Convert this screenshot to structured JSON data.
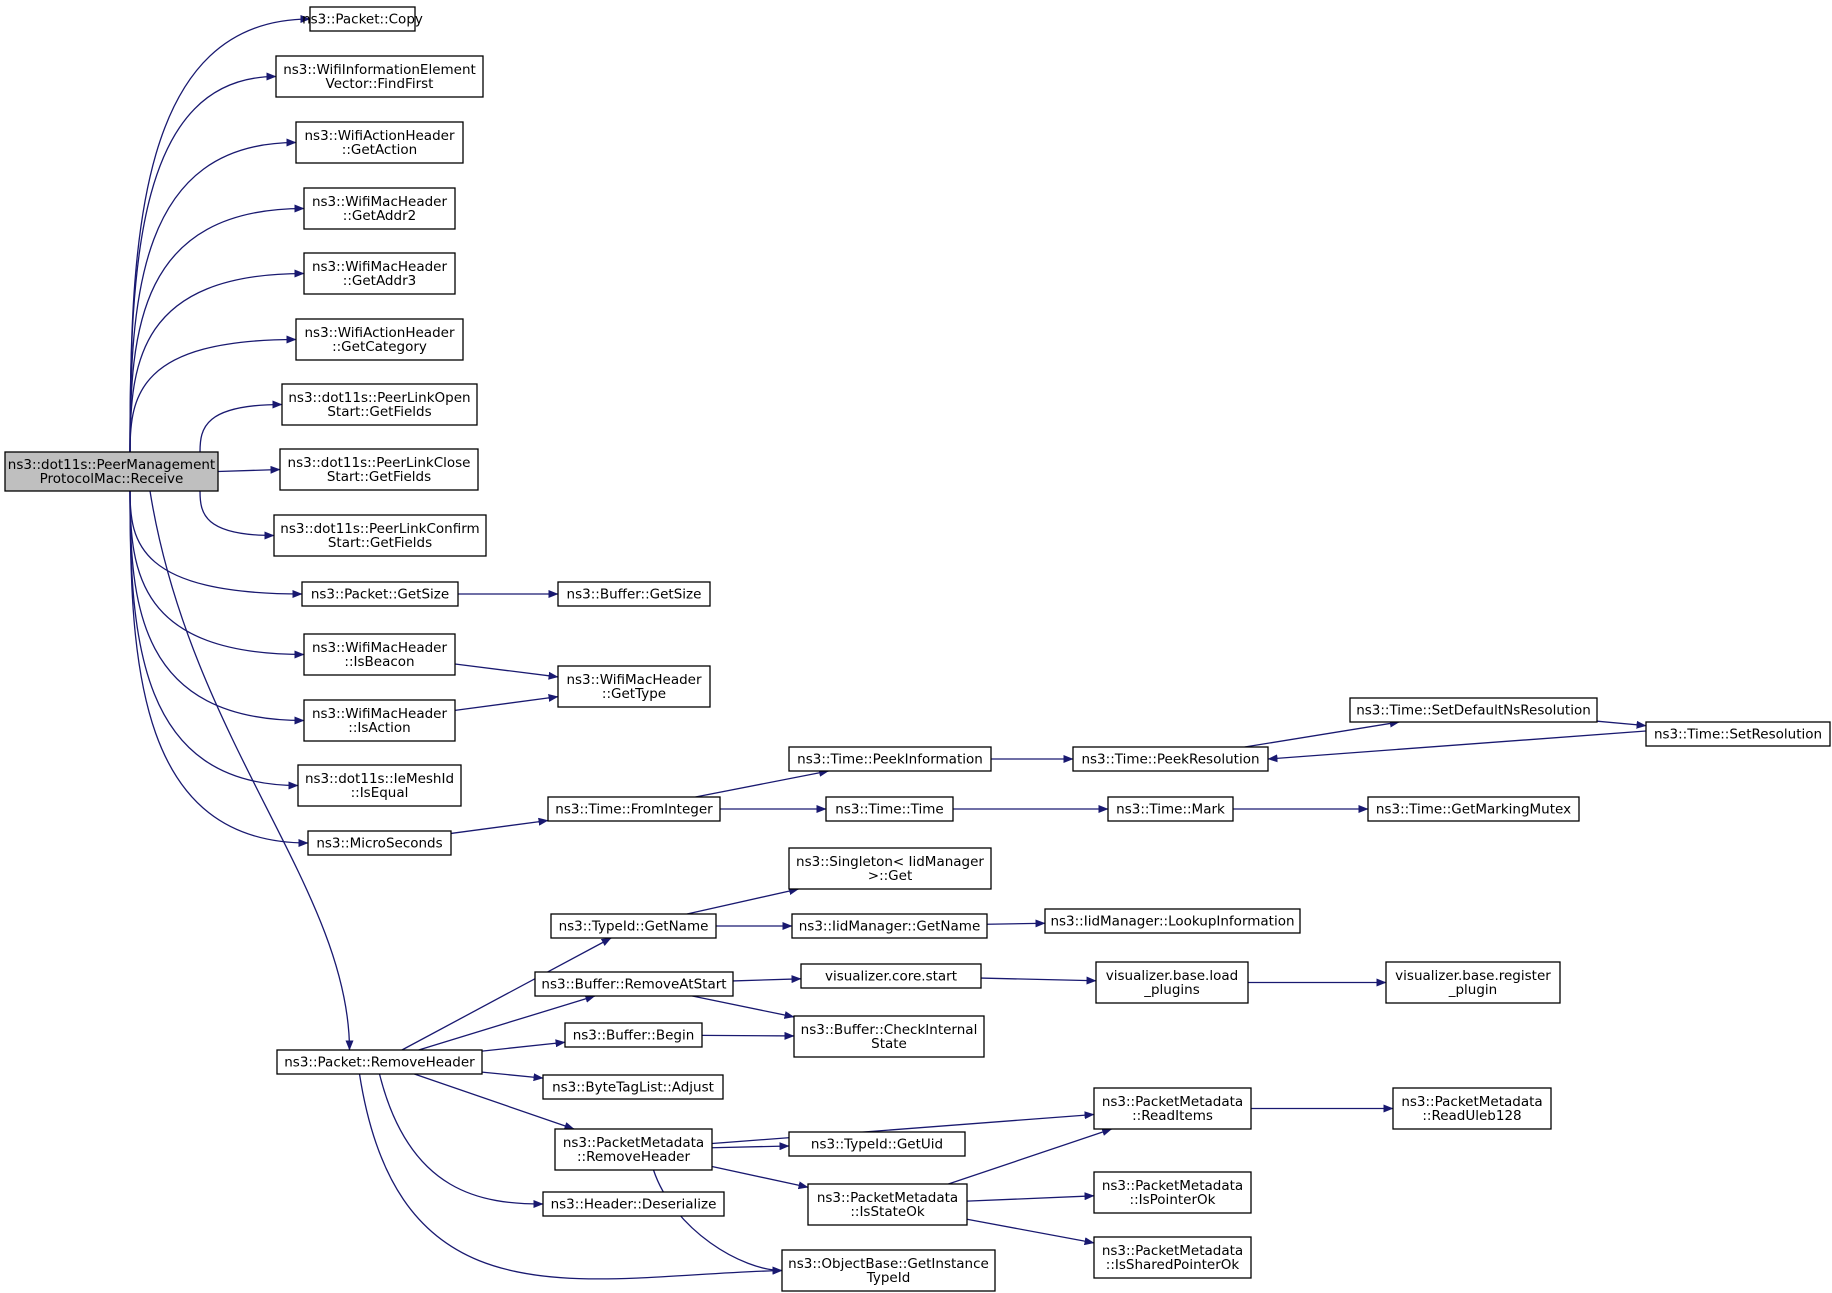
{
  "diagram": {
    "type": "call-graph",
    "colors": {
      "edge": "#191970",
      "node_border": "#000000",
      "root_fill": "#bfbfbf",
      "node_fill": "#ffffff"
    },
    "nodes": [
      {
        "id": "root",
        "lines": [
          "ns3::dot11s::PeerManagement",
          "ProtocolMac::Receive"
        ],
        "root": true
      },
      {
        "id": "copy",
        "lines": [
          "ns3::Packet::Copy"
        ]
      },
      {
        "id": "findfirst",
        "lines": [
          "ns3::WifiInformationElement",
          "Vector::FindFirst"
        ]
      },
      {
        "id": "getaction",
        "lines": [
          "ns3::WifiActionHeader",
          "::GetAction"
        ]
      },
      {
        "id": "getaddr2",
        "lines": [
          "ns3::WifiMacHeader",
          "::GetAddr2"
        ]
      },
      {
        "id": "getaddr3",
        "lines": [
          "ns3::WifiMacHeader",
          "::GetAddr3"
        ]
      },
      {
        "id": "getcategory",
        "lines": [
          "ns3::WifiActionHeader",
          "::GetCategory"
        ]
      },
      {
        "id": "openfields",
        "lines": [
          "ns3::dot11s::PeerLinkOpen",
          "Start::GetFields"
        ]
      },
      {
        "id": "closefields",
        "lines": [
          "ns3::dot11s::PeerLinkClose",
          "Start::GetFields"
        ]
      },
      {
        "id": "confirmfields",
        "lines": [
          "ns3::dot11s::PeerLinkConfirm",
          "Start::GetFields"
        ]
      },
      {
        "id": "pktgetsize",
        "lines": [
          "ns3::Packet::GetSize"
        ]
      },
      {
        "id": "bufgetsize",
        "lines": [
          "ns3::Buffer::GetSize"
        ]
      },
      {
        "id": "isbeacon",
        "lines": [
          "ns3::WifiMacHeader",
          "::IsBeacon"
        ]
      },
      {
        "id": "gettype",
        "lines": [
          "ns3::WifiMacHeader",
          "::GetType"
        ]
      },
      {
        "id": "isaction",
        "lines": [
          "ns3::WifiMacHeader",
          "::IsAction"
        ]
      },
      {
        "id": "isequal",
        "lines": [
          "ns3::dot11s::IeMeshId",
          "::IsEqual"
        ]
      },
      {
        "id": "microseconds",
        "lines": [
          "ns3::MicroSeconds"
        ]
      },
      {
        "id": "frominteger",
        "lines": [
          "ns3::Time::FromInteger"
        ]
      },
      {
        "id": "peekinfo",
        "lines": [
          "ns3::Time::PeekInformation"
        ]
      },
      {
        "id": "peekres",
        "lines": [
          "ns3::Time::PeekResolution"
        ]
      },
      {
        "id": "setdefault",
        "lines": [
          "ns3::Time::SetDefaultNsResolution"
        ]
      },
      {
        "id": "setres",
        "lines": [
          "ns3::Time::SetResolution"
        ]
      },
      {
        "id": "time",
        "lines": [
          "ns3::Time::Time"
        ]
      },
      {
        "id": "mark",
        "lines": [
          "ns3::Time::Mark"
        ]
      },
      {
        "id": "mutex",
        "lines": [
          "ns3::Time::GetMarkingMutex"
        ]
      },
      {
        "id": "singleton",
        "lines": [
          "ns3::Singleton< IidManager",
          ">::Get"
        ]
      },
      {
        "id": "typeidname",
        "lines": [
          "ns3::TypeId::GetName"
        ]
      },
      {
        "id": "iidname",
        "lines": [
          "ns3::IidManager::GetName"
        ]
      },
      {
        "id": "lookup",
        "lines": [
          "ns3::IidManager::LookupInformation"
        ]
      },
      {
        "id": "removeatstart",
        "lines": [
          "ns3::Buffer::RemoveAtStart"
        ]
      },
      {
        "id": "vizstart",
        "lines": [
          "visualizer.core.start"
        ]
      },
      {
        "id": "vizload",
        "lines": [
          "visualizer.base.load",
          "_plugins"
        ]
      },
      {
        "id": "vizreg",
        "lines": [
          "visualizer.base.register",
          "_plugin"
        ]
      },
      {
        "id": "begin",
        "lines": [
          "ns3::Buffer::Begin"
        ]
      },
      {
        "id": "checkinternal",
        "lines": [
          "ns3::Buffer::CheckInternal",
          "State"
        ]
      },
      {
        "id": "removeheader",
        "lines": [
          "ns3::Packet::RemoveHeader"
        ]
      },
      {
        "id": "adjust",
        "lines": [
          "ns3::ByteTagList::Adjust"
        ]
      },
      {
        "id": "pmremove",
        "lines": [
          "ns3::PacketMetadata",
          "::RemoveHeader"
        ]
      },
      {
        "id": "readitems",
        "lines": [
          "ns3::PacketMetadata",
          "::ReadItems"
        ]
      },
      {
        "id": "readuleb",
        "lines": [
          "ns3::PacketMetadata",
          "::ReadUleb128"
        ]
      },
      {
        "id": "getuid",
        "lines": [
          "ns3::TypeId::GetUid"
        ]
      },
      {
        "id": "isstateok",
        "lines": [
          "ns3::PacketMetadata",
          "::IsStateOk"
        ]
      },
      {
        "id": "ispointerok",
        "lines": [
          "ns3::PacketMetadata",
          "::IsPointerOk"
        ]
      },
      {
        "id": "issharedok",
        "lines": [
          "ns3::PacketMetadata",
          "::IsSharedPointerOk"
        ]
      },
      {
        "id": "deserialize",
        "lines": [
          "ns3::Header::Deserialize"
        ]
      },
      {
        "id": "getinstance",
        "lines": [
          "ns3::ObjectBase::GetInstance",
          "TypeId"
        ]
      }
    ],
    "edges": [
      [
        "root",
        "copy"
      ],
      [
        "root",
        "findfirst"
      ],
      [
        "root",
        "getaction"
      ],
      [
        "root",
        "getaddr2"
      ],
      [
        "root",
        "getaddr3"
      ],
      [
        "root",
        "getcategory"
      ],
      [
        "root",
        "openfields"
      ],
      [
        "root",
        "closefields"
      ],
      [
        "root",
        "confirmfields"
      ],
      [
        "root",
        "pktgetsize"
      ],
      [
        "root",
        "isbeacon"
      ],
      [
        "root",
        "isaction"
      ],
      [
        "root",
        "isequal"
      ],
      [
        "root",
        "microseconds"
      ],
      [
        "root",
        "removeheader"
      ],
      [
        "pktgetsize",
        "bufgetsize"
      ],
      [
        "isbeacon",
        "gettype"
      ],
      [
        "isaction",
        "gettype"
      ],
      [
        "microseconds",
        "frominteger"
      ],
      [
        "frominteger",
        "peekinfo"
      ],
      [
        "frominteger",
        "time"
      ],
      [
        "peekinfo",
        "peekres"
      ],
      [
        "peekres",
        "setdefault"
      ],
      [
        "setdefault",
        "setres"
      ],
      [
        "setres",
        "peekres"
      ],
      [
        "time",
        "mark"
      ],
      [
        "mark",
        "mutex"
      ],
      [
        "typeidname",
        "singleton"
      ],
      [
        "typeidname",
        "iidname"
      ],
      [
        "iidname",
        "lookup"
      ],
      [
        "removeatstart",
        "vizstart"
      ],
      [
        "removeatstart",
        "checkinternal"
      ],
      [
        "vizstart",
        "vizload"
      ],
      [
        "vizload",
        "vizreg"
      ],
      [
        "begin",
        "checkinternal"
      ],
      [
        "removeheader",
        "typeidname"
      ],
      [
        "removeheader",
        "removeatstart"
      ],
      [
        "removeheader",
        "begin"
      ],
      [
        "removeheader",
        "adjust"
      ],
      [
        "removeheader",
        "pmremove"
      ],
      [
        "removeheader",
        "deserialize"
      ],
      [
        "removeheader",
        "getinstance"
      ],
      [
        "pmremove",
        "readitems"
      ],
      [
        "pmremove",
        "getuid"
      ],
      [
        "pmremove",
        "isstateok"
      ],
      [
        "pmremove",
        "getinstance"
      ],
      [
        "readitems",
        "readuleb"
      ],
      [
        "isstateok",
        "readitems"
      ],
      [
        "isstateok",
        "ispointerok"
      ],
      [
        "isstateok",
        "issharedok"
      ]
    ]
  }
}
